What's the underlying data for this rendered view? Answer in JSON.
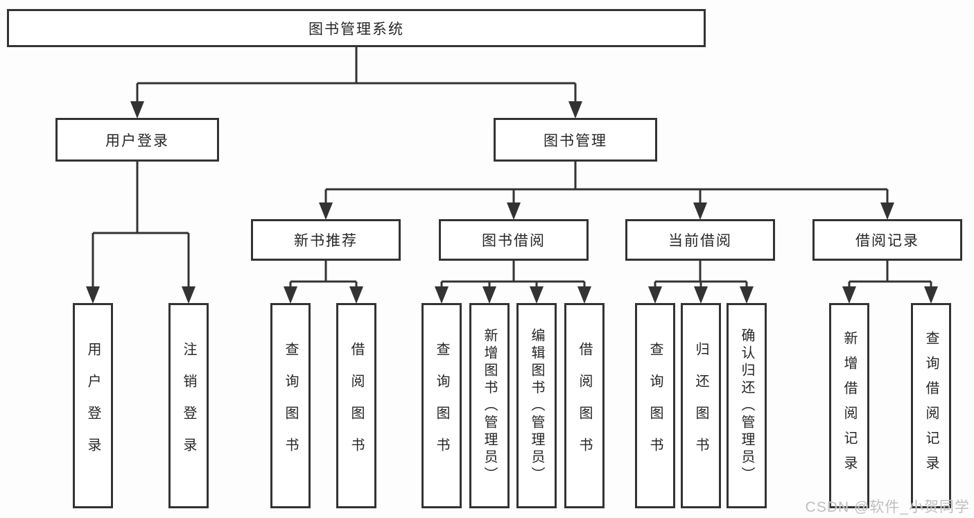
{
  "diagram": {
    "root": {
      "label": "图书管理系统"
    },
    "branches": [
      {
        "label": "用户登录",
        "children": [
          {
            "label": "用户登录"
          },
          {
            "label": "注销登录"
          }
        ]
      },
      {
        "label": "图书管理",
        "children": [
          {
            "label": "新书推荐",
            "children": [
              {
                "label": "查询图书"
              },
              {
                "label": "借阅图书"
              }
            ]
          },
          {
            "label": "图书借阅",
            "children": [
              {
                "label": "查询图书"
              },
              {
                "label": "新增图书（管理员）"
              },
              {
                "label": "编辑图书（管理员）"
              },
              {
                "label": "借阅图书"
              }
            ]
          },
          {
            "label": "当前借阅",
            "children": [
              {
                "label": "查询图书"
              },
              {
                "label": "归还图书"
              },
              {
                "label": "确认归还（管理员）"
              }
            ]
          },
          {
            "label": "借阅记录",
            "children": [
              {
                "label": "新增借阅记录"
              },
              {
                "label": "查询借阅记录"
              }
            ]
          }
        ]
      }
    ]
  },
  "watermark": {
    "text": "CSDN @软件_小贺同学"
  },
  "colors": {
    "line": "#333333",
    "box_border": "#333333",
    "text": "#262626",
    "background": "#ffffff",
    "watermark": "#bfbfbf"
  }
}
